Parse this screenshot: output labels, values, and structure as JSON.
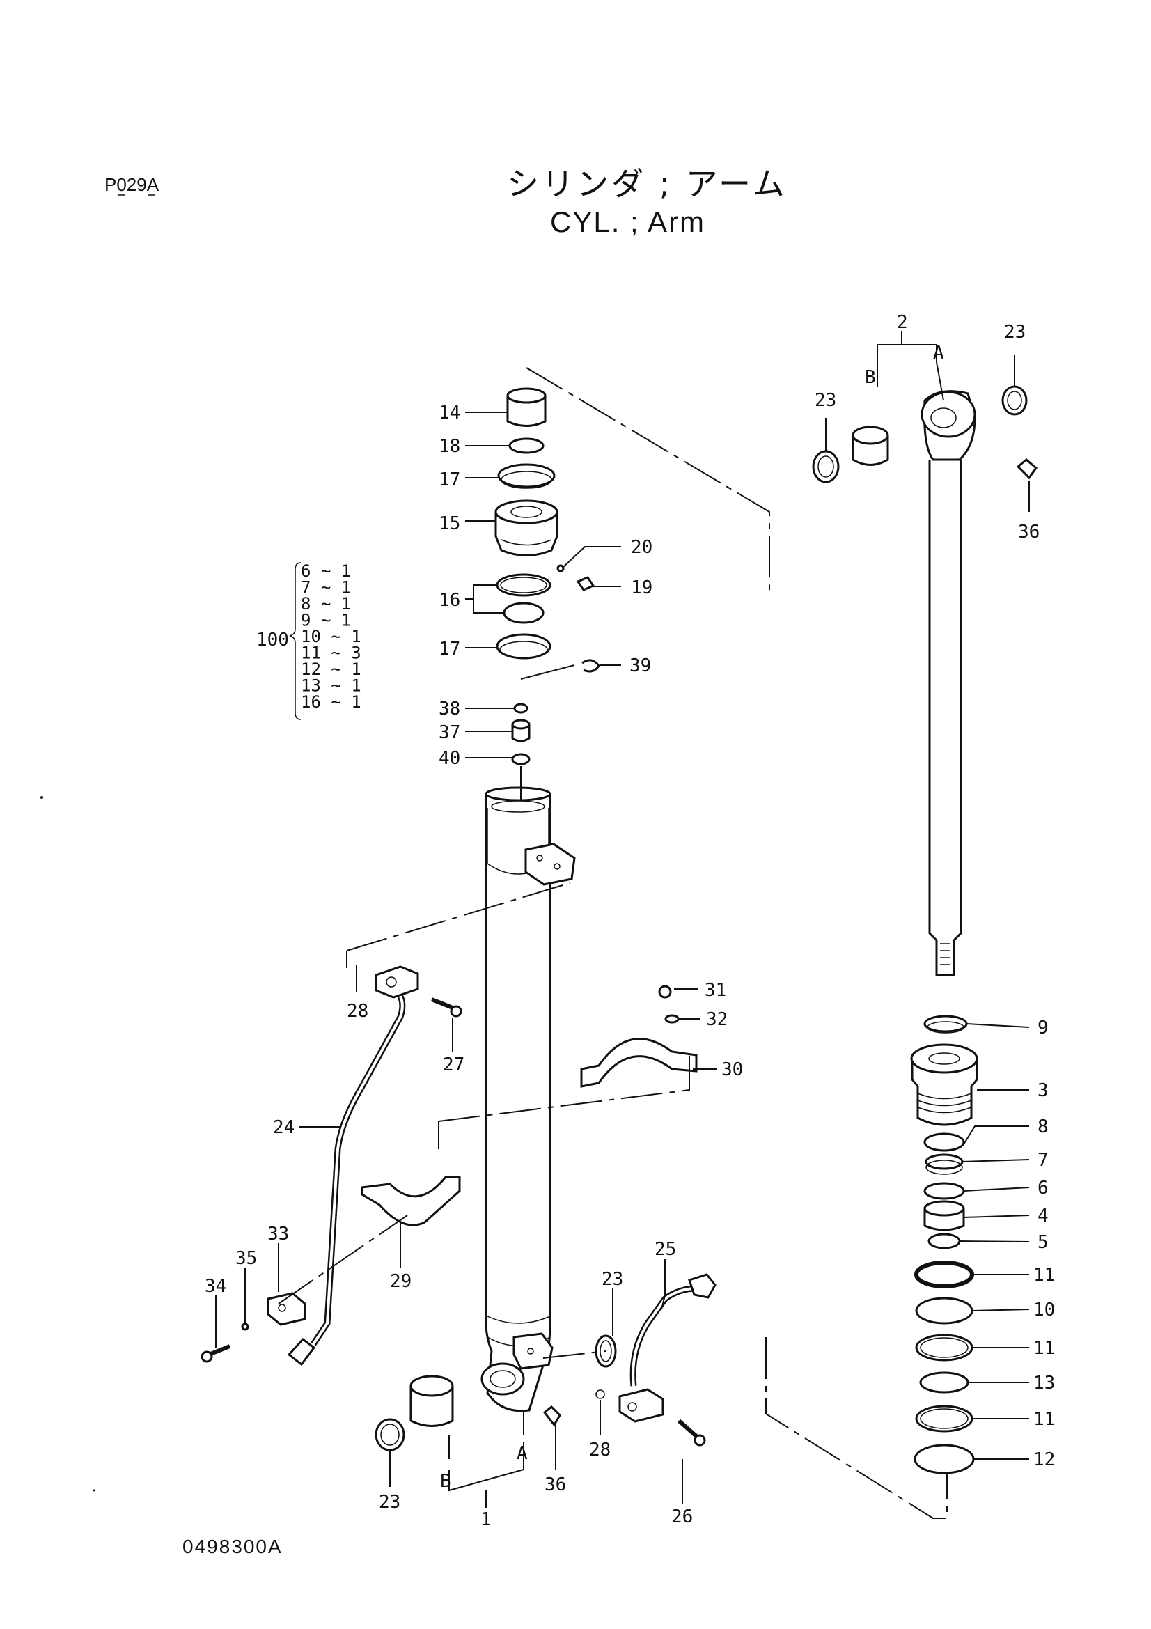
{
  "header": {
    "page_code": "P029A",
    "title_jp": "シリンダ ; アーム",
    "title_en": "CYL. ; Arm"
  },
  "footer": {
    "drawing_number": "0498300A"
  },
  "kit": {
    "number": "100",
    "contents": [
      {
        "part": "6",
        "qty": "1"
      },
      {
        "part": "7",
        "qty": "1"
      },
      {
        "part": "8",
        "qty": "1"
      },
      {
        "part": "9",
        "qty": "1"
      },
      {
        "part": "10",
        "qty": "1"
      },
      {
        "part": "11",
        "qty": "3"
      },
      {
        "part": "12",
        "qty": "1"
      },
      {
        "part": "13",
        "qty": "1"
      },
      {
        "part": "16",
        "qty": "1"
      }
    ]
  },
  "callouts": {
    "c1": "1",
    "c2": "2",
    "c3": "3",
    "c4": "4",
    "c5": "5",
    "c6": "6",
    "c7": "7",
    "c8": "8",
    "c9": "9",
    "c10": "10",
    "c11a": "11",
    "c11b": "11",
    "c11c": "11",
    "c12": "12",
    "c13": "13",
    "c14": "14",
    "c15": "15",
    "c16": "16",
    "c17a": "17",
    "c17b": "17",
    "c18": "18",
    "c19": "19",
    "c20": "20",
    "c23a": "23",
    "c23b": "23",
    "c23c": "23",
    "c23d": "23",
    "c24": "24",
    "c25": "25",
    "c26": "26",
    "c27": "27",
    "c28a": "28",
    "c28b": "28",
    "c29": "29",
    "c30": "30",
    "c31": "31",
    "c32": "32",
    "c33": "33",
    "c34": "34",
    "c35": "35",
    "c36a": "36",
    "c36b": "36",
    "c37": "37",
    "c38": "38",
    "c39": "39",
    "c40": "40",
    "subA_rod": "A",
    "subB_rod": "B",
    "subA_tube": "A",
    "subB_tube": "B"
  }
}
